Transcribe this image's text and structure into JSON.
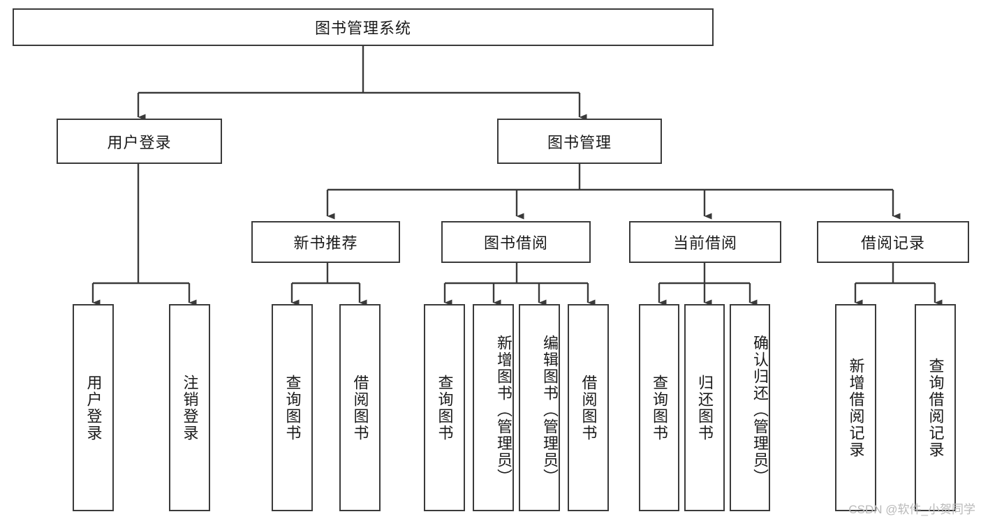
{
  "diagram": {
    "type": "hierarchy-tree",
    "title": "图书管理系统",
    "watermark": "CSDN @软件_小贺同学",
    "colors": {
      "stroke": "#3a3a3a",
      "fill": "#ffffff",
      "text": "#1a1a1a",
      "watermark": "#b9b9b9"
    },
    "nodes": {
      "root": "图书管理系统",
      "level2": [
        "用户登录",
        "图书管理"
      ],
      "level3": [
        "新书推荐",
        "图书借阅",
        "当前借阅",
        "借阅记录"
      ],
      "leaves": [
        "用户登录",
        "注销登录",
        "查询图书",
        "借阅图书",
        "查询图书",
        "新增图书（管理员）",
        "编辑图书（管理员）",
        "借阅图书",
        "查询图书",
        "归还图书",
        "确认归还（管理员）",
        "新增借阅记录",
        "查询借阅记录"
      ]
    },
    "edges": [
      {
        "from": "图书管理系统",
        "to": "用户登录"
      },
      {
        "from": "图书管理系统",
        "to": "图书管理"
      },
      {
        "from": "用户登录",
        "to": "用户登录"
      },
      {
        "from": "用户登录",
        "to": "注销登录"
      },
      {
        "from": "图书管理",
        "to": "新书推荐"
      },
      {
        "from": "图书管理",
        "to": "图书借阅"
      },
      {
        "from": "图书管理",
        "to": "当前借阅"
      },
      {
        "from": "图书管理",
        "to": "借阅记录"
      },
      {
        "from": "新书推荐",
        "to": "查询图书"
      },
      {
        "from": "新书推荐",
        "to": "借阅图书"
      },
      {
        "from": "图书借阅",
        "to": "查询图书"
      },
      {
        "from": "图书借阅",
        "to": "新增图书（管理员）"
      },
      {
        "from": "图书借阅",
        "to": "编辑图书（管理员）"
      },
      {
        "from": "图书借阅",
        "to": "借阅图书"
      },
      {
        "from": "当前借阅",
        "to": "查询图书"
      },
      {
        "from": "当前借阅",
        "to": "归还图书"
      },
      {
        "from": "当前借阅",
        "to": "确认归还（管理员）"
      },
      {
        "from": "借阅记录",
        "to": "新增借阅记录"
      },
      {
        "from": "借阅记录",
        "to": "查询借阅记录"
      }
    ]
  }
}
